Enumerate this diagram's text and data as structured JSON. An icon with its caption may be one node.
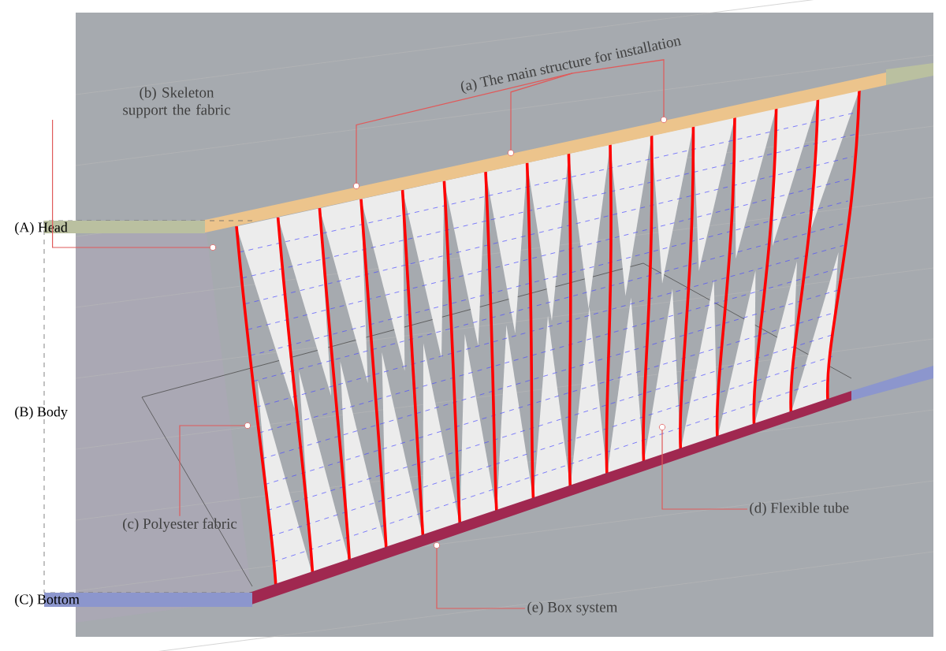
{
  "diagram": {
    "nodes": [
      {
        "text": [
          "(a) The main structure for installation"
        ]
      },
      {
        "text": [],
        "shape": "circle"
      },
      {
        "text": [],
        "shape": "circle"
      },
      {
        "text": [],
        "shape": "circle"
      },
      {
        "text": [
          "(b) Skeleton support the fabric"
        ]
      },
      {
        "text": [],
        "shape": "circle"
      },
      {
        "text": [
          "(c) Polyester fabric"
        ]
      },
      {
        "text": [],
        "shape": "circle"
      },
      {
        "text": [
          "(d) Flexible tube"
        ]
      },
      {
        "text": [],
        "shape": "circle"
      },
      {
        "text": [
          "(e) Box system"
        ]
      },
      {
        "text": [],
        "shape": "circle"
      }
    ],
    "edges": [
      {
        "from": 0,
        "to": 1,
        "arrow": "none"
      },
      {
        "from": 0,
        "to": 2,
        "arrow": "none"
      },
      {
        "from": 0,
        "to": 3,
        "arrow": "none"
      },
      {
        "from": 4,
        "to": 5,
        "arrow": "none"
      },
      {
        "from": 6,
        "to": 7,
        "arrow": "none"
      },
      {
        "from": 8,
        "to": 9,
        "arrow": "none"
      },
      {
        "from": 10,
        "to": 11,
        "arrow": "none"
      }
    ],
    "labels": [
      "(A) Head",
      "(B) Body",
      "(C) Bottom"
    ]
  }
}
